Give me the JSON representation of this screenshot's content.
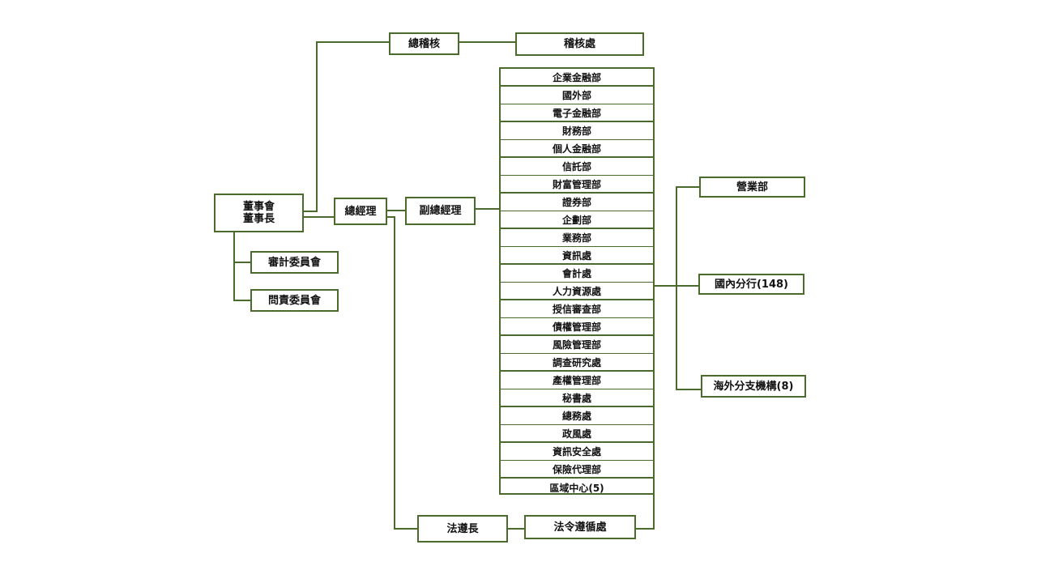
{
  "chart": {
    "board": [
      "董事會",
      "董事長"
    ],
    "chief_auditor": "總稽核",
    "audit_office": "稽核處",
    "audit_committee": "審計委員會",
    "accountability_committee": "問責委員會",
    "president": "總經理",
    "vice_president": "副總經理",
    "chief_compliance_officer": "法遵長",
    "compliance_office": "法令遵循處",
    "departments": [
      "企業金融部",
      "國外部",
      "電子金融部",
      "財務部",
      "個人金融部",
      "信託部",
      "財富管理部",
      "證券部",
      "企劃部",
      "業務部",
      "資訊處",
      "會計處",
      "人力資源處",
      "授信審查部",
      "債權管理部",
      "風險管理部",
      "調查研究處",
      "產權管理部",
      "秘書處",
      "總務處",
      "政風處",
      "資訊安全處",
      "保險代理部",
      "區域中心(5)"
    ],
    "branches": [
      "營業部",
      "國內分行(148)",
      "海外分支機構(8)"
    ]
  },
  "colors": {
    "line": "#4b6b2d",
    "box_fill": "#ffffff"
  }
}
